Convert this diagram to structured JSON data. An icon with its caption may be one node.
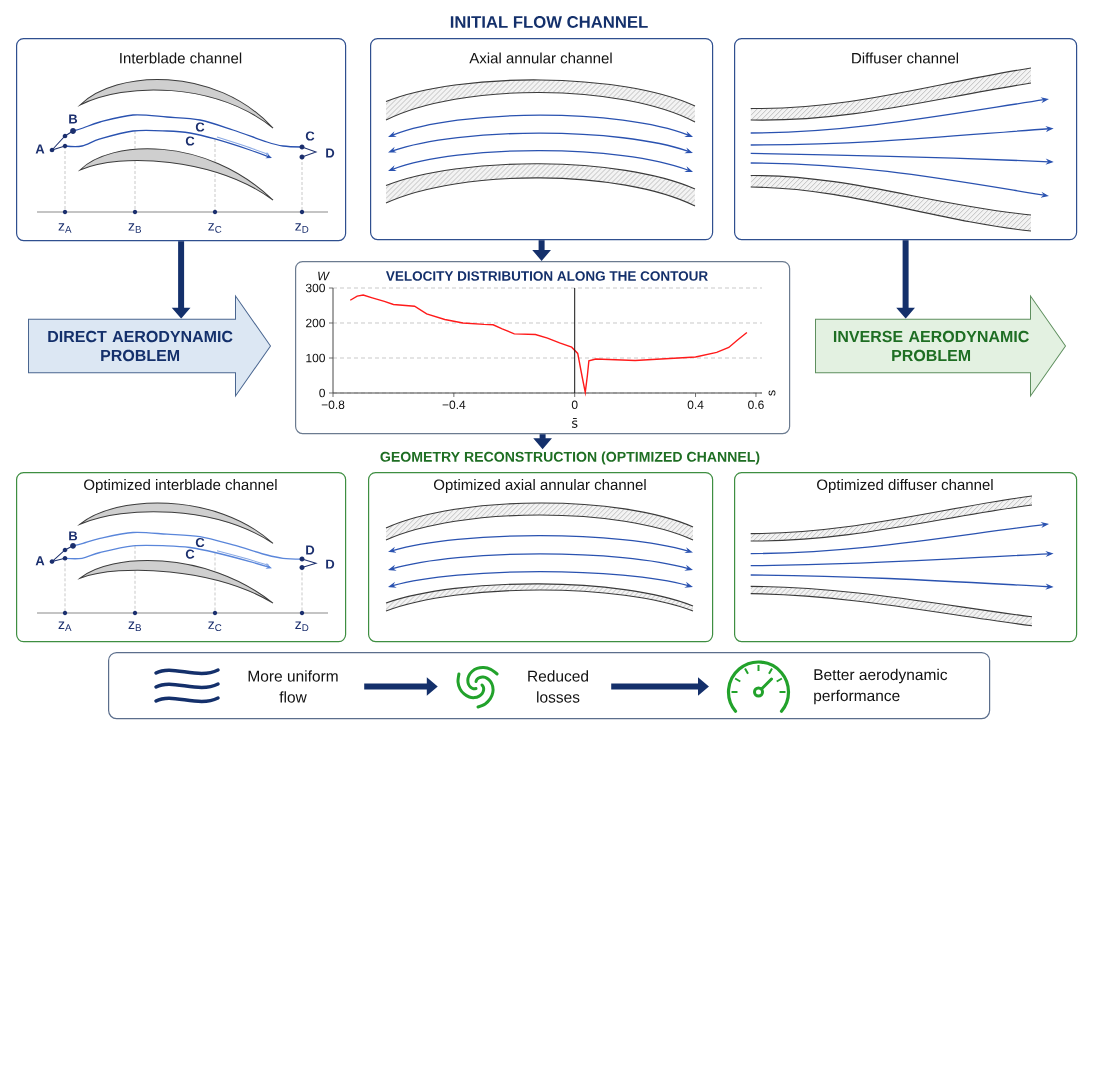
{
  "diagram": {
    "title": "INITIAL FLOW CHANNEL",
    "nodes": [
      {
        "text": [
          "Interblade channel"
        ]
      },
      {
        "text": [
          "Axial annular channel"
        ]
      },
      {
        "text": [
          "Diffuser channel"
        ]
      },
      {
        "text": [
          "DIRECT AERODYNAMIC PROBLEM"
        ]
      },
      {
        "text": [
          "VELOCITY DISTRIBUTION ALONG THE CONTOUR"
        ]
      },
      {
        "text": [
          "INVERSE AERODYNAMIC PROBLEM"
        ]
      },
      {
        "text": [
          "GEOMETRY RECONSTRUCTION (OPTIMIZED CHANNEL)"
        ]
      },
      {
        "text": [
          "Optimized interblade channel"
        ]
      },
      {
        "text": [
          "Optimized axial annular channel"
        ]
      },
      {
        "text": [
          "Optimized diffuser channel"
        ]
      },
      {
        "text": [],
        "shape": "box"
      },
      {
        "text": [
          "More uniform flow"
        ],
        "in": 10
      },
      {
        "text": [
          "Reduced losses"
        ],
        "in": 10
      },
      {
        "text": [
          "Better aerodynamic performance"
        ],
        "in": 10
      }
    ],
    "edges": [
      {
        "from": 0,
        "to": 3,
        "arrow": "to"
      },
      {
        "from": 1,
        "to": 4,
        "arrow": "to"
      },
      {
        "from": 2,
        "to": 5,
        "arrow": "to"
      },
      {
        "from": 4,
        "to": 6,
        "arrow": "to"
      },
      {
        "from": 11,
        "to": 12,
        "arrow": "to"
      },
      {
        "from": 12,
        "to": 13,
        "arrow": "to"
      }
    ],
    "labels": [
      "A",
      "B",
      "C",
      "C",
      "C",
      "D",
      "z$_{A}$",
      "z$_{B}$",
      "z$_{C}$",
      "z$_{D}$",
      "s",
      "A",
      "B",
      "C",
      "C",
      "D",
      "D",
      "z$_{A}$",
      "z$_{B}$",
      "z$_{C}$",
      "z$_{D}$"
    ],
    "chart_data": {
      "type": "line",
      "xlabel": "s̄",
      "ylabel": "W",
      "xlim": [
        -0.8,
        0.62
      ],
      "ylim": [
        0,
        300
      ],
      "xticks": [
        -0.8,
        -0.4,
        0,
        0.4,
        0.6
      ],
      "yticks": [
        0,
        100,
        200,
        300
      ],
      "x": [
        -0.743,
        -0.72,
        -0.7,
        -0.67,
        -0.63,
        -0.6,
        -0.53,
        -0.49,
        -0.43,
        -0.37,
        -0.3,
        -0.27,
        -0.24,
        -0.2,
        -0.13,
        -0.09,
        -0.05,
        -0.01,
        0.01,
        0.025,
        0.035,
        0.042,
        0.047,
        0.07,
        0.2,
        0.4,
        0.47,
        0.51,
        0.54,
        0.57
      ],
      "series": [
        {
          "color": "#ff1a1a",
          "values": [
            265,
            277,
            280,
            272,
            262,
            253,
            248,
            226,
            210,
            200,
            196,
            195,
            183,
            169,
            167,
            157,
            143,
            131,
            113,
            45,
            2,
            50,
            92,
            97,
            93,
            103,
            116,
            130,
            152,
            173
          ]
        }
      ]
    }
  }
}
